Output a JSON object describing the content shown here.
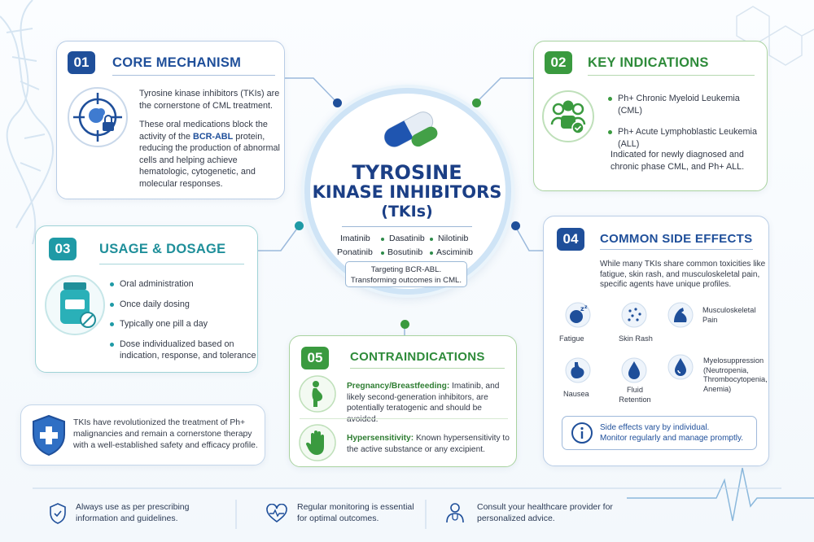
{
  "colors": {
    "navy": "#1f4f9a",
    "green": "#3a9a3f",
    "teal": "#1f9aa6",
    "accent_blue": "#2f6fc4"
  },
  "center": {
    "title_line1": "TYROSINE",
    "title_line2": "KINASE INHIBITORS",
    "title_line3": "(TKIs)",
    "drugs_row1": [
      "Imatinib",
      "Dasatinib",
      "Nilotinib"
    ],
    "drugs_row2": [
      "Ponatinib",
      "Bosutinib",
      "Asciminib"
    ],
    "target_line1": "Targeting BCR-ABL.",
    "target_line2": "Transforming outcomes in CML."
  },
  "card01": {
    "number": "01",
    "title": "CORE MECHANISM",
    "icon": "target-cell-lock-icon",
    "para1": "Tyrosine kinase inhibitors (TKIs) are the cornerstone of CML treatment.",
    "para2_pre": "These oral medications block the activity of the",
    "para2_bold": "BCR-ABL",
    "para2_post": "protein, reducing the production of abnormal cells and helping achieve hematologic, cytogenetic, and molecular responses."
  },
  "card02": {
    "number": "02",
    "title": "KEY INDICATIONS",
    "icon": "patients-check-icon",
    "items": [
      "Ph+ Chronic Myeloid Leukemia (CML)",
      "Ph+ Acute Lymphoblastic Leukemia (ALL)"
    ],
    "note": "Indicated for newly diagnosed and chronic phase CML, and Ph+ ALL."
  },
  "card03": {
    "number": "03",
    "title": "USAGE & DOSAGE",
    "icon": "pill-bottle-icon",
    "items": [
      "Oral administration",
      "Once daily dosing",
      "Typically one pill a day",
      "Dose individualized based on indication, response, and tolerance"
    ]
  },
  "card04": {
    "number": "04",
    "title": "COMMON SIDE EFFECTS",
    "intro": "While many TKIs share common toxicities like fatigue, skin rash, and musculoskeletal pain, specific agents have unique profiles.",
    "effects": [
      {
        "label": "Fatigue",
        "icon": "sleepy-face-icon"
      },
      {
        "label": "Skin Rash",
        "icon": "rash-icon"
      },
      {
        "label": "Musculoskeletal Pain",
        "icon": "flexed-arm-icon"
      },
      {
        "label": "Nausea",
        "icon": "stomach-icon"
      },
      {
        "label": "Fluid Retention",
        "icon": "droplet-icon"
      },
      {
        "label": "Myelosuppression (Neutropenia, Thrombocytopenia, Anemia)",
        "icon": "blood-drop-icon"
      }
    ],
    "note_line1": "Side effects vary by individual.",
    "note_line2": "Monitor regularly and manage promptly."
  },
  "card05": {
    "number": "05",
    "title": "CONTRAINDICATIONS",
    "preg_bold": "Pregnancy/Breastfeeding:",
    "preg_text": "Imatinib, and likely second-generation inhibitors, are potentially teratogenic and should be avoided.",
    "hyper_bold": "Hypersensitivity:",
    "hyper_text": "Known hypersensitivity to the active substance or any excipient."
  },
  "summary": {
    "text": "TKIs have revolutionized the treatment of Ph+ malignancies and remain a cornerstone therapy with a well-established safety and efficacy profile."
  },
  "footer": [
    {
      "text": "Always use as per prescribing information and guidelines.",
      "icon": "shield-check-icon"
    },
    {
      "text": "Regular monitoring is essential for optimal outcomes.",
      "icon": "heart-pulse-icon"
    },
    {
      "text": "Consult your healthcare provider for personalized advice.",
      "icon": "doctor-icon"
    }
  ]
}
